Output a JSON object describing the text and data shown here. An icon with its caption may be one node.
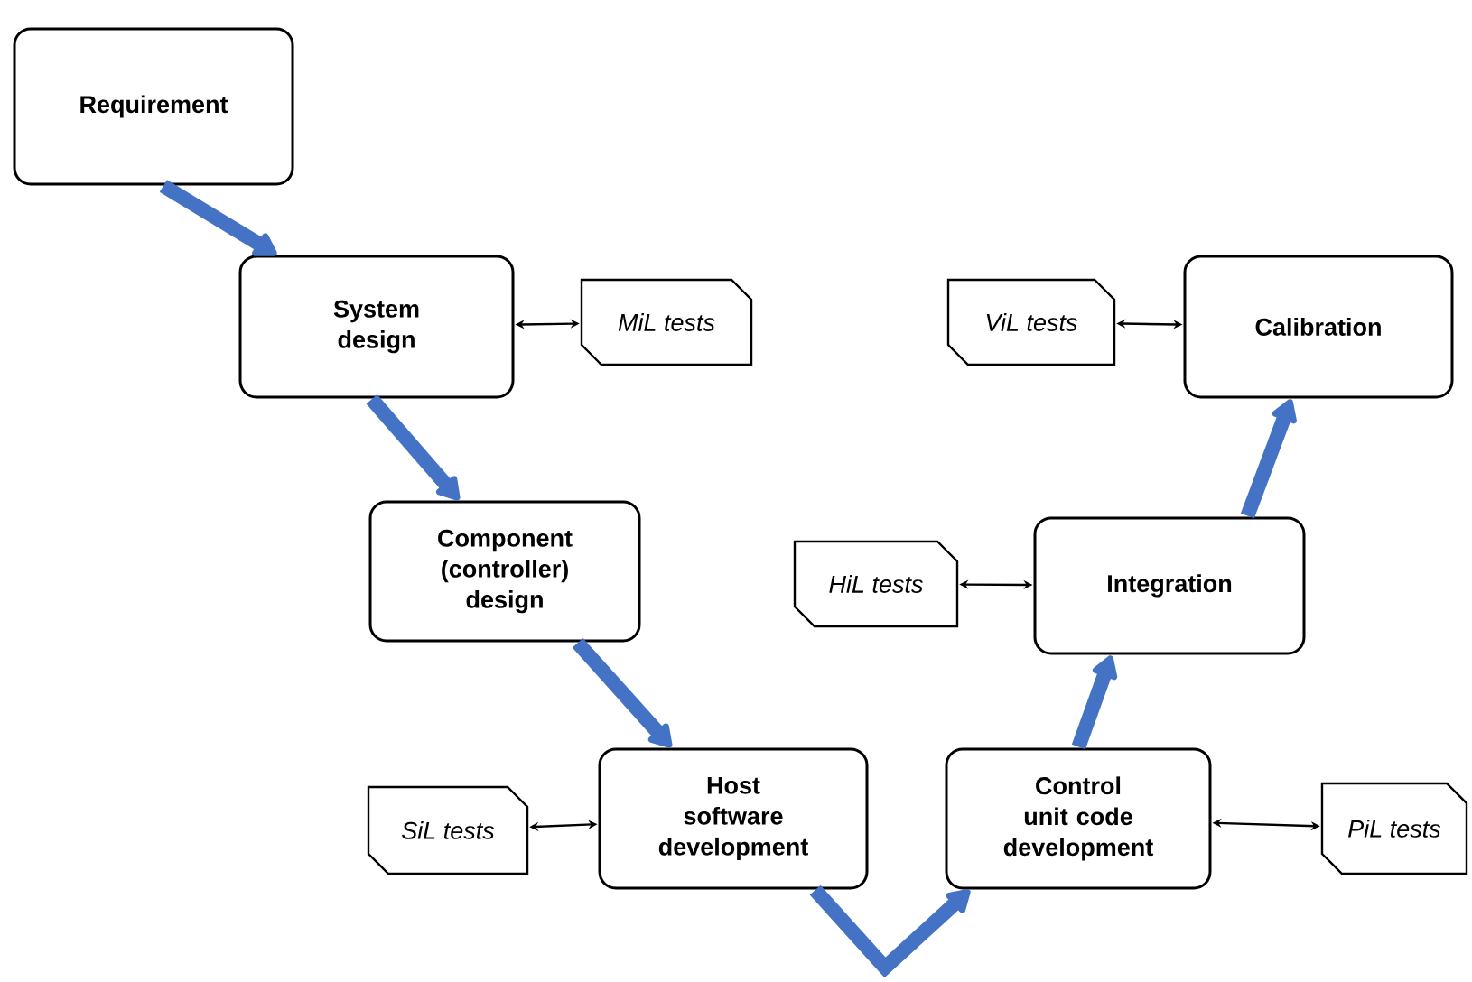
{
  "diagram": {
    "nodes": [
      {
        "text": [
          "Requirement"
        ]
      },
      {
        "text": [
          "System design"
        ]
      },
      {
        "text": [
          "MiL tests"
        ]
      },
      {
        "text": [
          "Component (controller) design"
        ]
      },
      {
        "text": [
          "ViL tests"
        ]
      },
      {
        "text": [
          "Calibration"
        ]
      },
      {
        "text": [
          "HiL tests"
        ]
      },
      {
        "text": [
          "Integration"
        ]
      },
      {
        "text": [
          "SiL tests"
        ]
      },
      {
        "text": [
          "Host software development"
        ]
      },
      {
        "text": [
          "Control unit code development"
        ]
      },
      {
        "text": [
          "PiL tests"
        ]
      }
    ],
    "edges": [
      {
        "from": 0,
        "to": 1,
        "arrow": "to"
      },
      {
        "from": 1,
        "to": 3,
        "arrow": "to"
      },
      {
        "from": 3,
        "to": 9,
        "arrow": "to"
      },
      {
        "from": 9,
        "to": 10,
        "arrow": "to"
      },
      {
        "from": 10,
        "to": 7,
        "arrow": "to"
      },
      {
        "from": 7,
        "to": 5,
        "arrow": "to"
      },
      {
        "from": 1,
        "to": 2,
        "arrow": "both",
        "color": "#000000"
      },
      {
        "from": 4,
        "to": 5,
        "arrow": "both",
        "color": "#000000"
      },
      {
        "from": 6,
        "to": 7,
        "arrow": "both",
        "color": "#000000"
      },
      {
        "from": 8,
        "to": 9,
        "arrow": "both",
        "color": "#000000"
      },
      {
        "from": 10,
        "to": 11,
        "arrow": "both",
        "color": "#000000"
      }
    ]
  }
}
